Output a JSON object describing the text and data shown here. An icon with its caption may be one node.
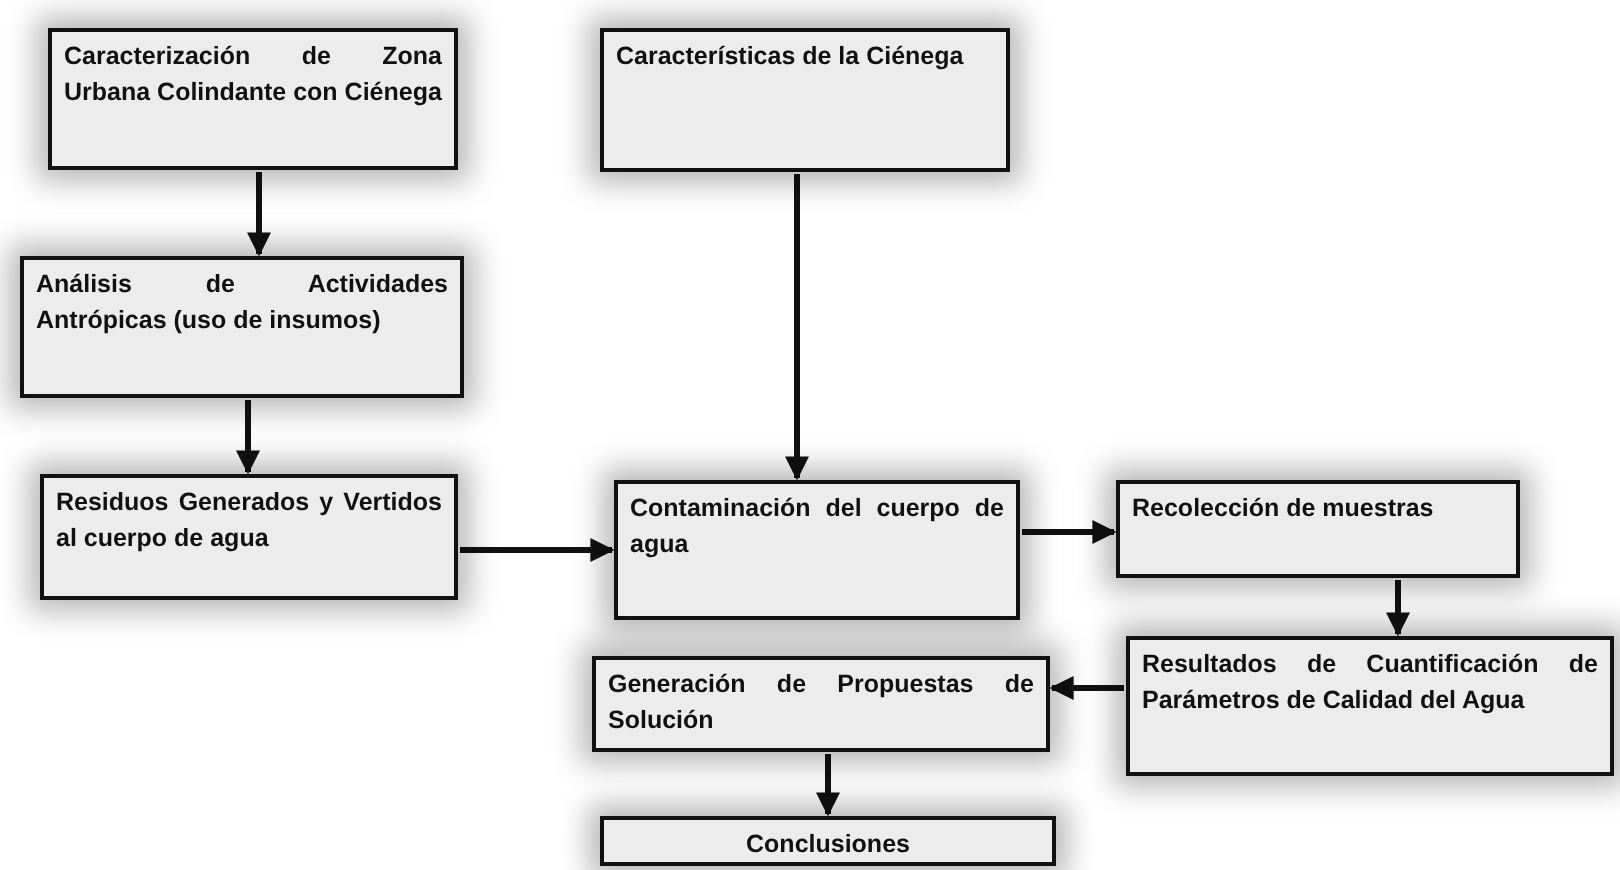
{
  "diagram": {
    "nodes": [
      {
        "text": [
          "Caracterización de Zona Urbana Colindante con Ciénega"
        ]
      },
      {
        "text": [
          "Características de la Ciénega"
        ]
      },
      {
        "text": [
          "Análisis de Actividades Antrópicas (uso de insumos)"
        ]
      },
      {
        "text": [
          "Residuos Generados y Vertidos al cuerpo de agua"
        ]
      },
      {
        "text": [
          "Contaminación del cuerpo de agua"
        ]
      },
      {
        "text": [
          "Recolección de muestras"
        ]
      },
      {
        "text": [
          "Resultados de Cuantificación de Parámetros de Calidad del Agua"
        ]
      },
      {
        "text": [
          "Generación de Propuestas de Solución"
        ]
      },
      {
        "text": [
          "Conclusiones"
        ]
      }
    ],
    "edges": [
      {
        "from": 0,
        "to": 2,
        "arrow": "to"
      },
      {
        "from": 2,
        "to": 3,
        "arrow": "to"
      },
      {
        "from": 1,
        "to": 4,
        "arrow": "to"
      },
      {
        "from": 3,
        "to": 4,
        "arrow": "to"
      },
      {
        "from": 4,
        "to": 5,
        "arrow": "to"
      },
      {
        "from": 5,
        "to": 6,
        "arrow": "to"
      },
      {
        "from": 6,
        "to": 7,
        "arrow": "to"
      },
      {
        "from": 7,
        "to": 8,
        "arrow": "to"
      }
    ]
  }
}
